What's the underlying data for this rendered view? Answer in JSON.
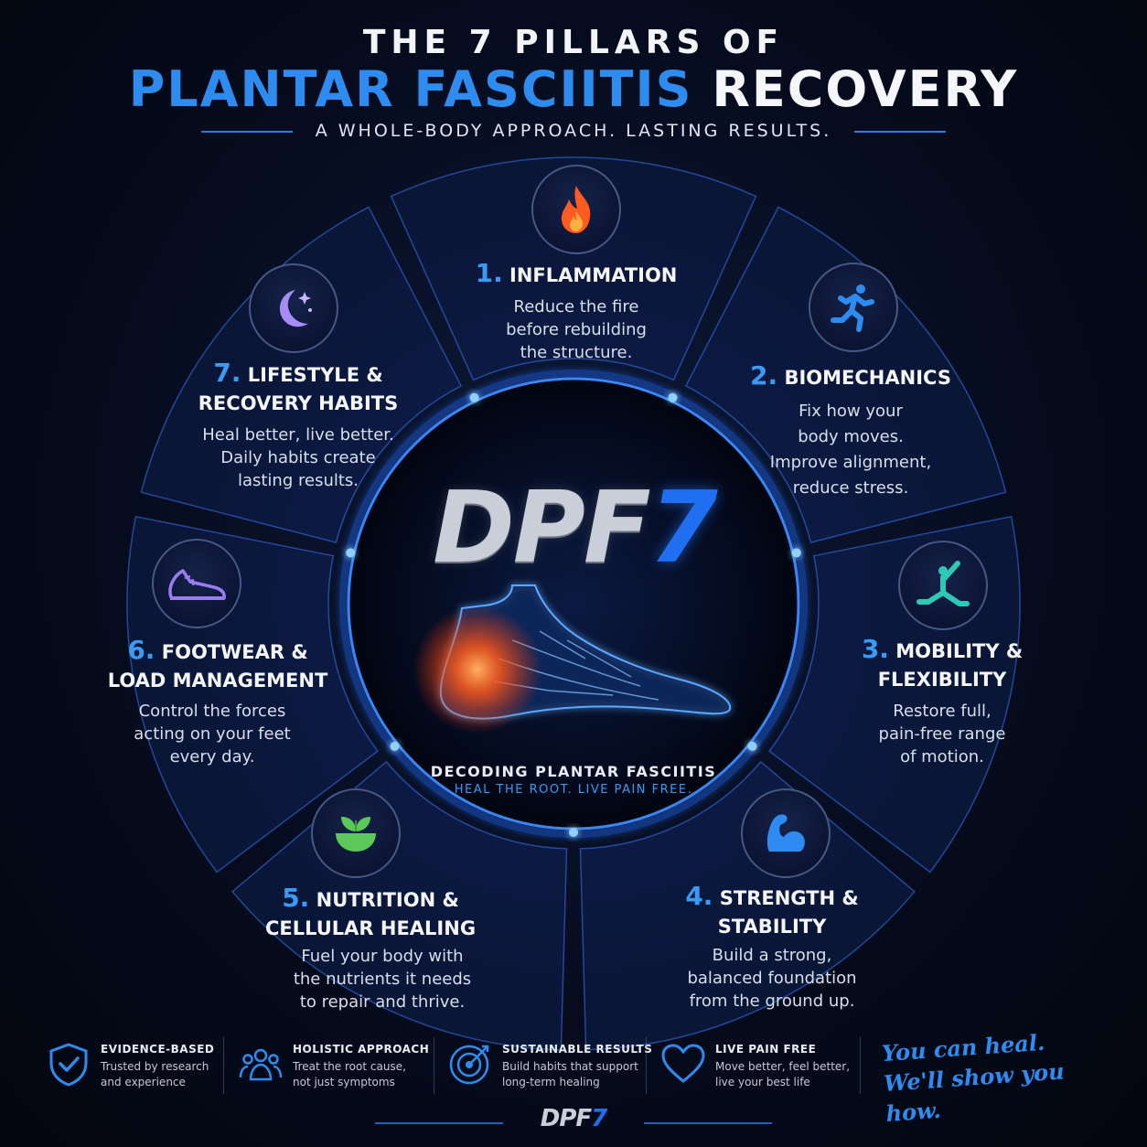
{
  "header": {
    "line1": "THE 7 PILLARS OF",
    "line2_blue": "PLANTAR FASCIITIS",
    "line2_white": "RECOVERY",
    "subtitle": "A WHOLE-BODY APPROACH. LASTING RESULTS."
  },
  "center": {
    "logo_text": "DPF",
    "logo_number": "7",
    "caption": "DECODING PLANTAR FASCIITIS",
    "tagline": "HEAL THE ROOT. LIVE PAIN FREE."
  },
  "pillars": [
    {
      "num": "1.",
      "title_1": "INFLAMMATION",
      "title_2": "",
      "desc_1": "Reduce the fire",
      "desc_2": "before rebuilding",
      "desc_3": "the structure.",
      "icon": "flame-icon",
      "icon_color": "#ff5a1f"
    },
    {
      "num": "2.",
      "title_1": "BIOMECHANICS",
      "title_2": "",
      "desc_1": "Fix how your",
      "desc_2": "body moves.",
      "desc_3": "Improve alignment,",
      "desc_4": "reduce stress.",
      "icon": "running-person-icon",
      "icon_color": "#2e8cf0"
    },
    {
      "num": "3.",
      "title_1": "MOBILITY &",
      "title_2": "FLEXIBILITY",
      "desc_1": "Restore full,",
      "desc_2": "pain-free range",
      "desc_3": "of motion.",
      "icon": "stretching-person-icon",
      "icon_color": "#2ec9b4"
    },
    {
      "num": "4.",
      "title_1": "STRENGTH &",
      "title_2": "STABILITY",
      "desc_1": "Build a strong,",
      "desc_2": "balanced foundation",
      "desc_3": "from the ground up.",
      "icon": "flexed-arm-icon",
      "icon_color": "#2e8cf0"
    },
    {
      "num": "5.",
      "title_1": "NUTRITION &",
      "title_2": "CELLULAR HEALING",
      "desc_1": "Fuel your body with",
      "desc_2": "the nutrients it needs",
      "desc_3": "to repair and thrive.",
      "icon": "leaf-bowl-icon",
      "icon_color": "#5cc85a"
    },
    {
      "num": "6.",
      "title_1": "FOOTWEAR &",
      "title_2": "LOAD MANAGEMENT",
      "desc_1": "Control the forces",
      "desc_2": "acting on your feet",
      "desc_3": "every day.",
      "icon": "sneaker-icon",
      "icon_color": "#9a7cf0"
    },
    {
      "num": "7.",
      "title_1": "LIFESTYLE &",
      "title_2": "RECOVERY HABITS",
      "desc_1": "Heal better, live better.",
      "desc_2": "Daily habits create",
      "desc_3": "lasting results.",
      "icon": "moon-icon",
      "icon_color": "#a68cf5"
    }
  ],
  "footer": {
    "items": [
      {
        "title": "EVIDENCE-BASED",
        "desc_1": "Trusted by research",
        "desc_2": "and experience",
        "icon": "shield-check-icon"
      },
      {
        "title": "HOLISTIC APPROACH",
        "desc_1": "Treat the root cause,",
        "desc_2": "not just symptoms",
        "icon": "people-group-icon"
      },
      {
        "title": "SUSTAINABLE RESULTS",
        "desc_1": "Build habits that support",
        "desc_2": "long-term healing",
        "icon": "target-icon"
      },
      {
        "title": "LIVE PAIN FREE",
        "desc_1": "Move better, feel better,",
        "desc_2": "live your best life",
        "icon": "heart-icon"
      }
    ],
    "tagline_1": "You can heal.",
    "tagline_2": "We'll show you how.",
    "logo_text": "DPF",
    "logo_number": "7"
  },
  "colors": {
    "accent": "#2e8cf0",
    "background": "#060c1e"
  }
}
